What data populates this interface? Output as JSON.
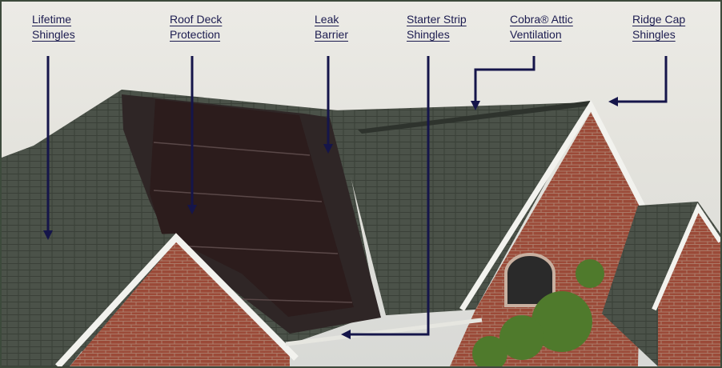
{
  "labels": [
    {
      "line1": "Lifetime",
      "line2": "Shingles"
    },
    {
      "line1": "Roof Deck",
      "line2": "Protection"
    },
    {
      "line1": "Leak",
      "line2": "Barrier"
    },
    {
      "line1": "Starter Strip",
      "line2": "Shingles"
    },
    {
      "line1": "Cobra® Attic",
      "line2": "Ventilation"
    },
    {
      "line1": "Ridge Cap",
      "line2": "Shingles"
    }
  ],
  "colors": {
    "arrow": "#15154a",
    "shingle": "#4b5249",
    "underlayment": "#2c1c1c",
    "brick": "#9b4a38",
    "trim": "#f2f2ee"
  }
}
